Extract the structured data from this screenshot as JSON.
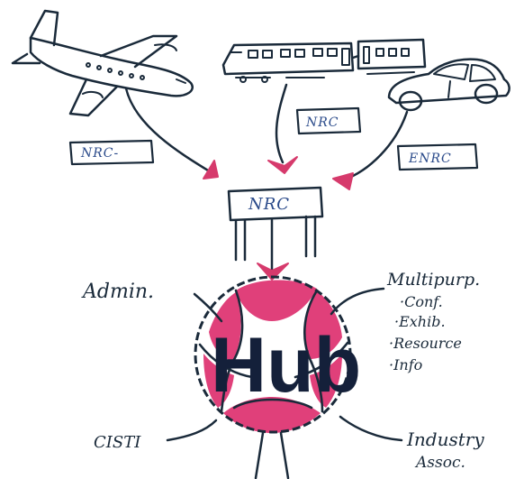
{
  "signs": {
    "nrc_left": "NRC-",
    "nrc_center_top": "NRC",
    "nrc_right": "ENRC",
    "nrc_main": "NRC"
  },
  "hub": {
    "label": "Hub",
    "fill_color": "#e0407a",
    "ink_color": "#1a2a3a"
  },
  "annotations": {
    "admin": "Admin.",
    "multipurpose_title": "Multipurp.",
    "multipurpose_items": [
      "Conf.",
      "Exhib.",
      "Resource",
      "Info"
    ],
    "cisti": "CISTI",
    "industry_line1": "Industry",
    "industry_line2": "Assoc."
  },
  "icons": [
    "airplane-icon",
    "train-icon",
    "car-icon"
  ],
  "colors": {
    "arrowhead": "#d63a6c",
    "sign_text": "#2a4a8a"
  }
}
